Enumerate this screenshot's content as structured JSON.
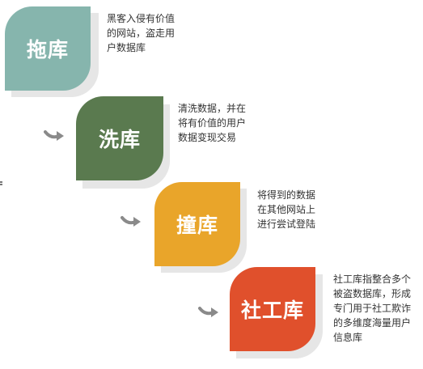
{
  "steps": [
    {
      "title": "拖库",
      "color": "#86b5ad",
      "desc": [
        "黑客入侵有价值",
        "的网站，盗走用",
        "户数据库"
      ]
    },
    {
      "title": "洗库",
      "color": "#5a7a4f",
      "desc": [
        "清洗数据，并在",
        "将有价值的用户",
        "数据变现交易"
      ]
    },
    {
      "title": "撞库",
      "color": "#e9a52a",
      "desc": [
        "将得到的数据",
        "在其他网站上",
        "进行尝试登陆"
      ]
    },
    {
      "title": "社工库",
      "color": "#e0502c",
      "desc": [
        "社工库指整合多个",
        "被盗数据库，形成",
        "专门用于社工欺诈",
        "的多维度海量用户",
        "信息库"
      ]
    }
  ],
  "colors": {
    "arrow": "#8a8a8a",
    "shadow": "#e6e6e6",
    "text": "#333333"
  },
  "icons": {
    "connector": "curved-arrow-icon"
  }
}
